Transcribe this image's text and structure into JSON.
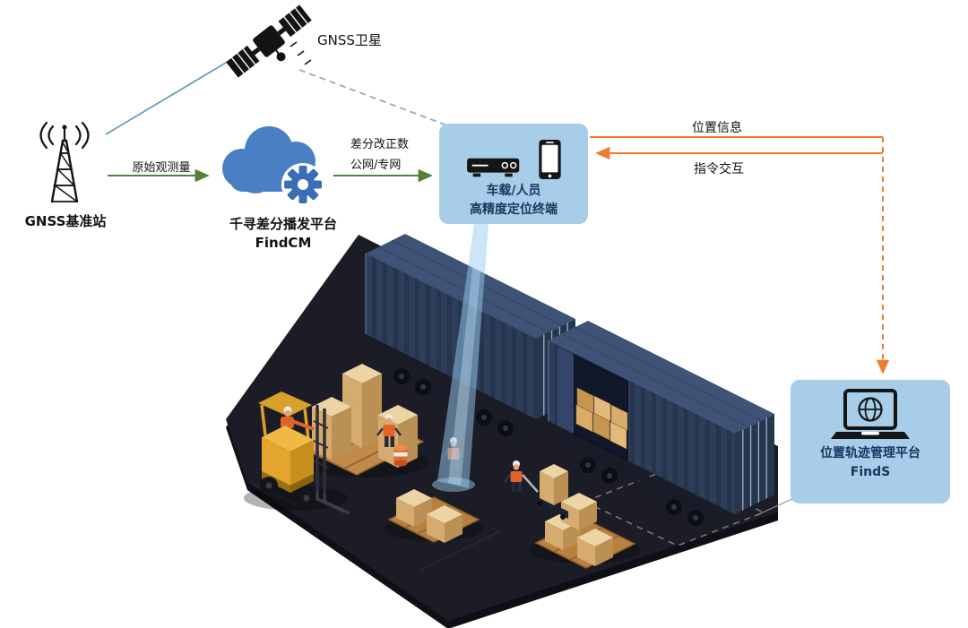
{
  "nodes": {
    "satellite": {
      "label": "GNSS卫星"
    },
    "base_station": {
      "label": "GNSS基准站"
    },
    "cloud_platform": {
      "title": "千寻差分播发平台",
      "subtitle": "FindCM"
    },
    "terminal": {
      "line1": "车载/人员",
      "line2": "高精度定位终端"
    },
    "management_platform": {
      "title": "位置轨迹管理平台",
      "subtitle": "FindS"
    }
  },
  "links": {
    "raw_observation": "原始观测量",
    "correction_line1": "差分改正数",
    "correction_line2": "公网/专网",
    "position_info": "位置信息",
    "command_exchange": "指令交互"
  },
  "colors": {
    "node_box_bg": "#a7cde9",
    "node_text": "#17375e",
    "green_arrow": "#538135",
    "orange_arrow": "#ed7d31",
    "satellite_link": "#6aa0b5",
    "satellite_dashed_link": "#93a9c0",
    "cloud_blue": "#4a7fc3",
    "container_navy": "#2e3e59",
    "platform_dark": "#1c1c26"
  }
}
